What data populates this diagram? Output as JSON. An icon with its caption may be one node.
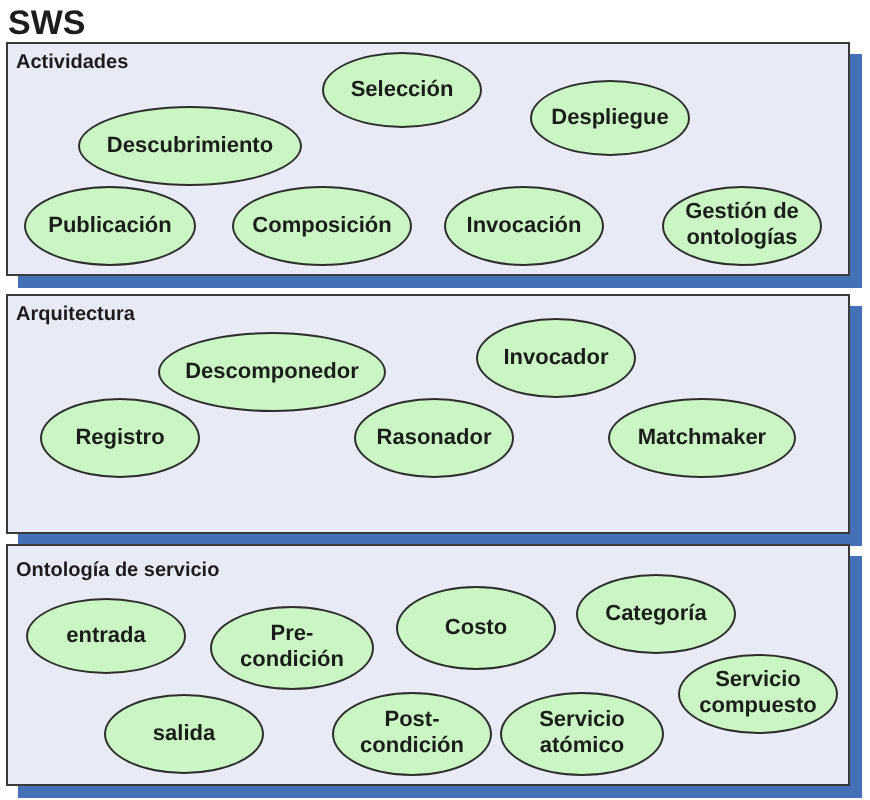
{
  "diagram": {
    "title": "SWS",
    "nodes": [
      {
        "text": [
          "Actividades"
        ]
      },
      {
        "text": [
          "Selección"
        ],
        "in": 0
      },
      {
        "text": [
          "Despliegue"
        ],
        "in": 0
      },
      {
        "text": [
          "Descubrimiento"
        ],
        "in": 0
      },
      {
        "text": [
          "Publicación"
        ],
        "in": 0
      },
      {
        "text": [
          "Composición"
        ],
        "in": 0
      },
      {
        "text": [
          "Invocación"
        ],
        "in": 0
      },
      {
        "text": [
          "Gestión de ontologías"
        ],
        "in": 0
      },
      {
        "text": [
          "Arquitectura"
        ]
      },
      {
        "text": [
          "Invocador"
        ],
        "in": 8
      },
      {
        "text": [
          "Descomponedor"
        ],
        "in": 8
      },
      {
        "text": [
          "Registro"
        ],
        "in": 8
      },
      {
        "text": [
          "Rasonador"
        ],
        "in": 8
      },
      {
        "text": [
          "Matchmaker"
        ],
        "in": 8
      },
      {
        "text": [
          "Ontología de servicio"
        ]
      },
      {
        "text": [
          "entrada"
        ],
        "in": 14
      },
      {
        "text": [
          "Pre-condición"
        ],
        "in": 14
      },
      {
        "text": [
          "Costo"
        ],
        "in": 14
      },
      {
        "text": [
          "Categoría"
        ],
        "in": 14
      },
      {
        "text": [
          "Servicio compuesto"
        ],
        "in": 14
      },
      {
        "text": [
          "salida"
        ],
        "in": 14
      },
      {
        "text": [
          "Post-condición"
        ],
        "in": 14
      },
      {
        "text": [
          "Servicio atómico"
        ],
        "in": 14
      }
    ]
  }
}
